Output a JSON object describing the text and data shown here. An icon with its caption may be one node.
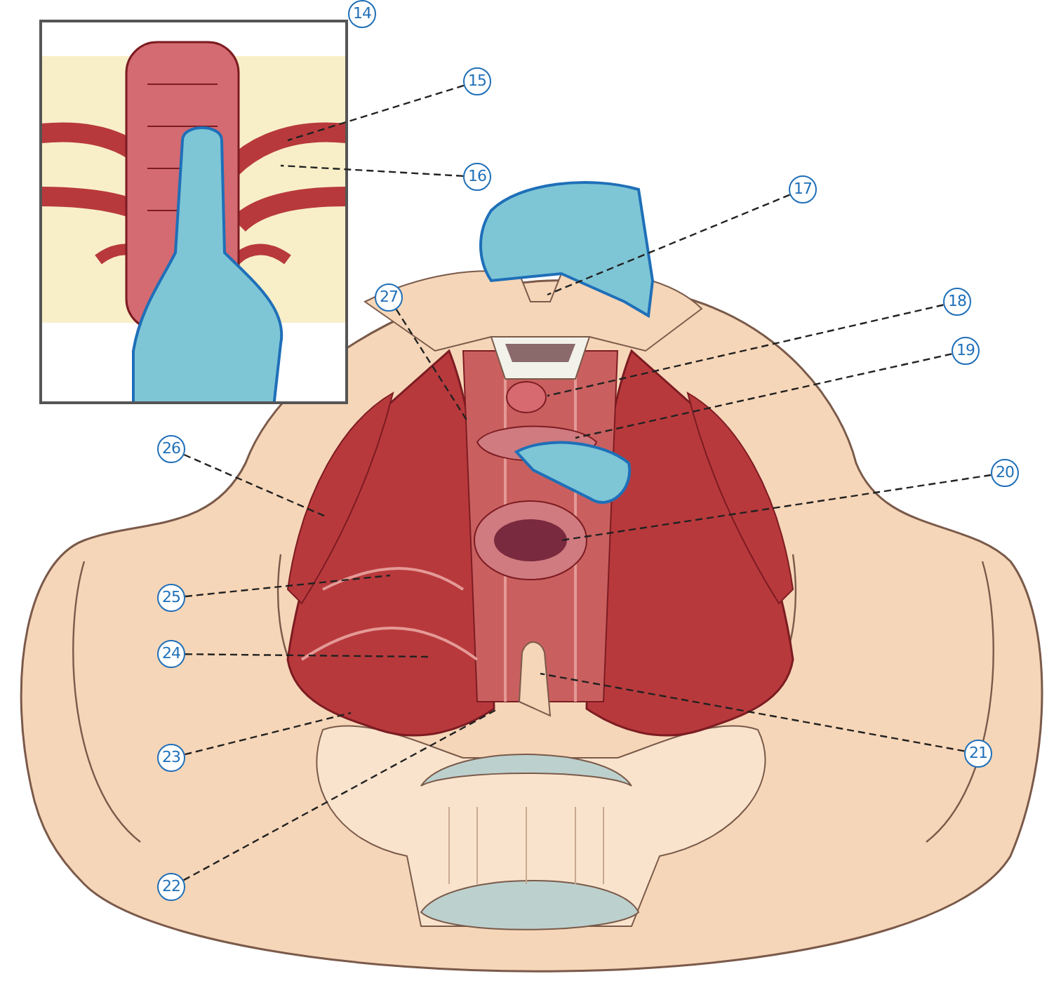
{
  "diagram": {
    "nodes": [
      {
        "text": [
          "14"
        ]
      },
      {
        "text": [
          "15"
        ]
      },
      {
        "text": [
          "16"
        ]
      },
      {
        "text": [
          "17"
        ]
      },
      {
        "text": [
          "18"
        ]
      },
      {
        "text": [
          "19"
        ]
      },
      {
        "text": [
          "20"
        ]
      },
      {
        "text": [
          "21"
        ]
      },
      {
        "text": [
          "22"
        ]
      },
      {
        "text": [
          "23"
        ]
      },
      {
        "text": [
          "24"
        ]
      },
      {
        "text": [
          "25"
        ]
      },
      {
        "text": [
          "26"
        ]
      },
      {
        "text": [
          "27"
        ]
      },
      {
        "text": [],
        "shape": "picture"
      }
    ],
    "edges": [
      {
        "from": 1,
        "to": 14,
        "arrow": "none",
        "style": "dashed"
      },
      {
        "from": 2,
        "to": 14,
        "arrow": "none",
        "style": "dashed"
      },
      {
        "from": 3,
        "to": null,
        "arrow": "none",
        "style": "dashed"
      },
      {
        "from": 4,
        "to": null,
        "arrow": "none",
        "style": "dashed"
      },
      {
        "from": 5,
        "to": null,
        "arrow": "none",
        "style": "dashed"
      },
      {
        "from": 6,
        "to": null,
        "arrow": "none",
        "style": "dashed"
      },
      {
        "from": 7,
        "to": null,
        "arrow": "none",
        "style": "dashed"
      },
      {
        "from": 8,
        "to": null,
        "arrow": "none",
        "style": "dashed"
      },
      {
        "from": 9,
        "to": null,
        "arrow": "none",
        "style": "dashed"
      },
      {
        "from": 10,
        "to": null,
        "arrow": "none",
        "style": "dashed"
      },
      {
        "from": 11,
        "to": null,
        "arrow": "none",
        "style": "dashed"
      },
      {
        "from": 12,
        "to": null,
        "arrow": "none",
        "style": "dashed"
      },
      {
        "from": 13,
        "to": null,
        "arrow": "none",
        "style": "dashed"
      }
    ]
  }
}
